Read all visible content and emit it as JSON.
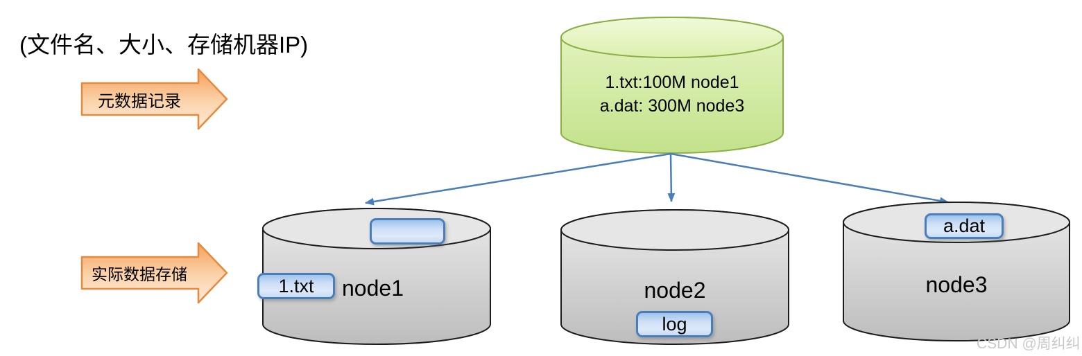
{
  "title": "(文件名、大小、存储机器IP)",
  "flow_arrows": {
    "metadata_label": "元数据记录",
    "storage_label": "实际数据存储"
  },
  "metadata_store": {
    "line1": "1.txt:100M node1",
    "line2": "a.dat: 300M node3"
  },
  "nodes": {
    "node1": {
      "name": "node1",
      "empty_block": "",
      "file_block": "1.txt"
    },
    "node2": {
      "name": "node2",
      "file_block": "log"
    },
    "node3": {
      "name": "node3",
      "file_block": "a.dat"
    }
  },
  "watermark": "CSDN @周纠纠",
  "colors": {
    "connector_blue": "#4a7ebb",
    "block_border_blue": "#4a7ebb",
    "block_fill_blue": "#cfe0f6",
    "orange_arrow_border": "#e78a3e",
    "orange_arrow_fill_top": "#f5a05a",
    "orange_arrow_fill_bottom": "#fdeada",
    "green_cylinder_border": "#8cae46",
    "green_cylinder_fill": "#d9efae",
    "gray_cylinder_border": "#1c1c1c",
    "gray_cylinder_fill": "#d4d4d4"
  }
}
